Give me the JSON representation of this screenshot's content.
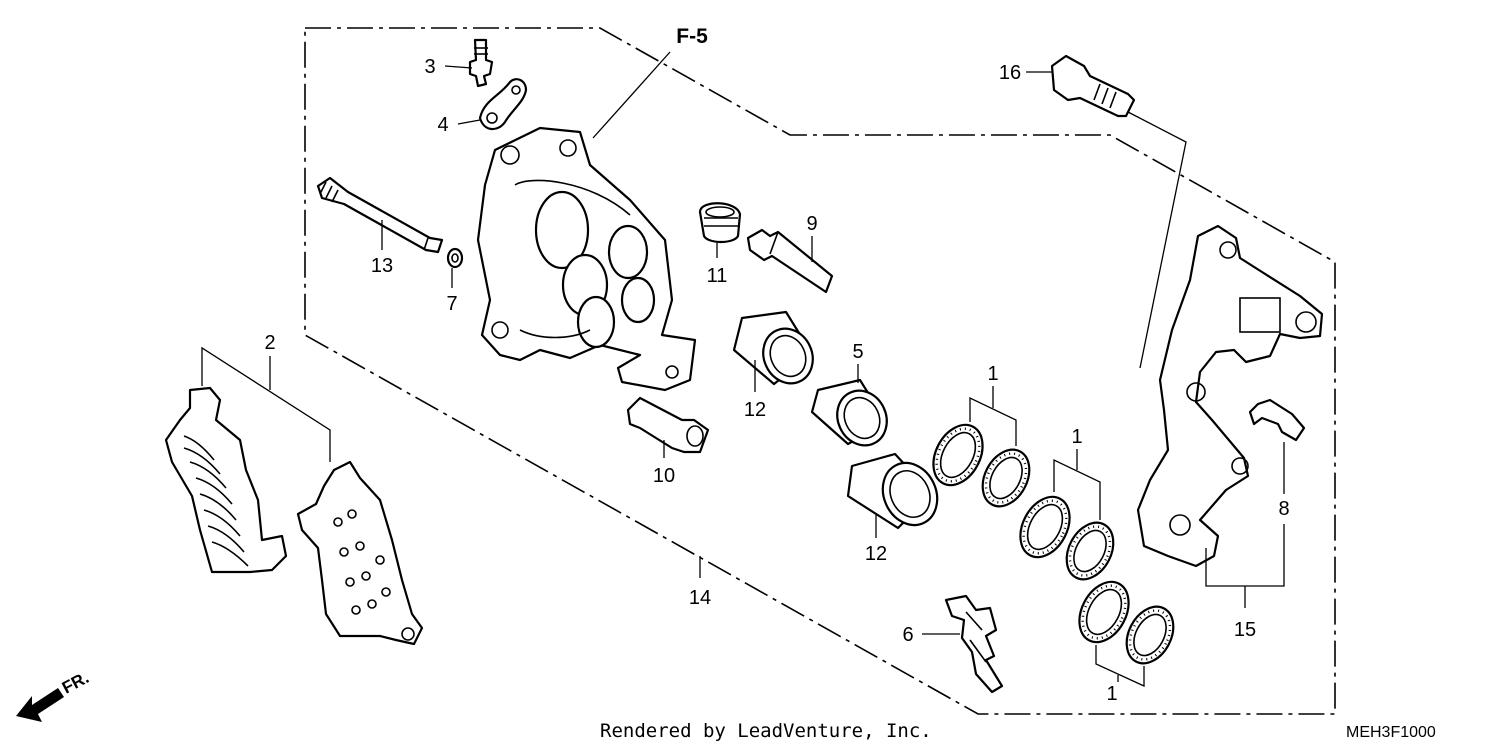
{
  "diagram": {
    "ref_label": "F-5",
    "credit": "Rendered by LeadVenture, Inc.",
    "code": "MEH3F1000",
    "direction_label": "FR.",
    "callouts": {
      "c1a": "1",
      "c1b": "1",
      "c1c": "1",
      "c2": "2",
      "c3": "3",
      "c4": "4",
      "c5": "5",
      "c6": "6",
      "c7": "7",
      "c8": "8",
      "c9": "9",
      "c10": "10",
      "c11": "11",
      "c12a": "12",
      "c12b": "12",
      "c13": "13",
      "c14": "14",
      "c15": "15",
      "c16": "16"
    }
  }
}
